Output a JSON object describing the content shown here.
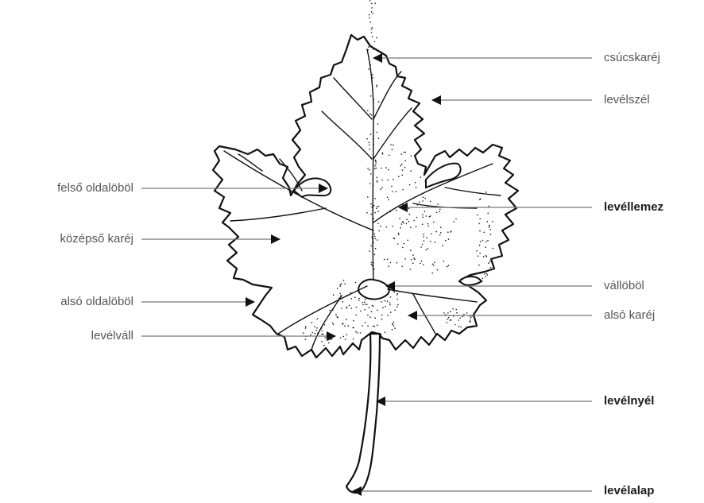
{
  "colors": {
    "ink": "#111111",
    "leader": "#777777",
    "label": "#555555",
    "label_strong": "#1a1a1a",
    "background": "#ffffff"
  },
  "labels": {
    "csucskarej": "csúcskaréj",
    "levelszel": "levélszél",
    "felso_oldalobol": "felső oldalöböl",
    "levellemez": "levéllemez",
    "kozepso_karej": "középső karéj",
    "vallobol": "vállöböl",
    "also_oldalobol": "alsó oldalöböl",
    "also_karej": "alsó karéj",
    "levelvall": "levélváll",
    "levelnyel": "levélnyél",
    "levelalap": "levélalap"
  }
}
